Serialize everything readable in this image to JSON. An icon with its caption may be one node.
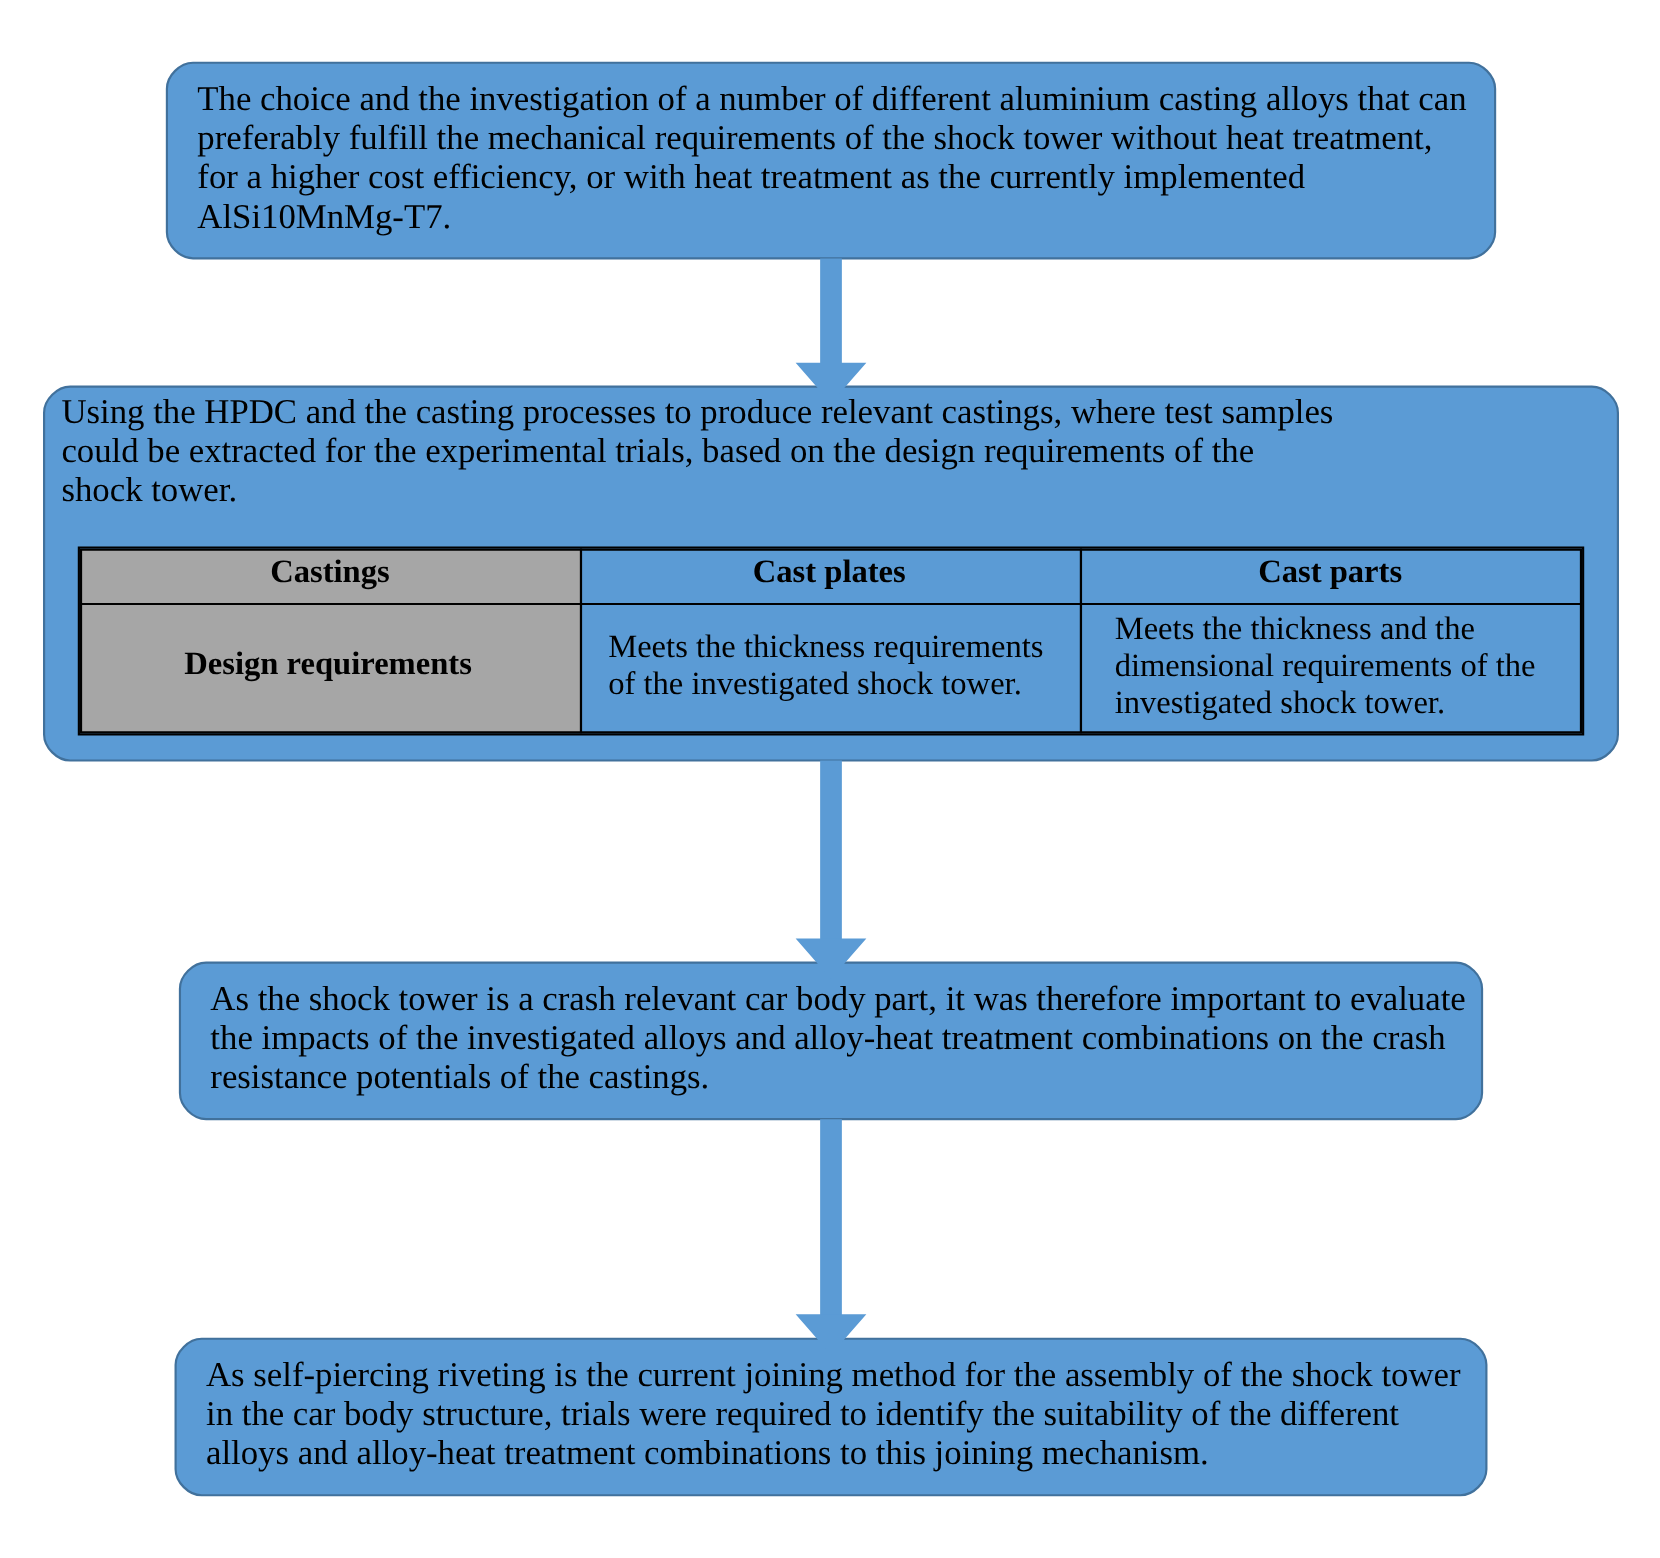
{
  "diagram": {
    "nodes": [
      {
        "text": [
          "The choice and the investigation of a number of different aluminium casting alloys that can preferably fulfill the mechanical requirements of the shock tower without heat treatment, for a higher cost efficiency, or with heat treatment as the currently implemented AlSi10MnMg-T7."
        ]
      },
      {
        "text": [
          "Using the HPDC and the casting processes to produce relevant castings, where test samples could be extracted for the experimental trials, based on the design requirements of the shock tower."
        ]
      },
      {
        "text": [
          "As the shock tower is a crash relevant car body part, it was therefore important to evaluate the impacts of the investigated alloys and alloy-heat treatment combinations on the crash resistance potentials of the castings."
        ]
      },
      {
        "text": [
          "As self-piercing riveting is the current joining method for the assembly of the shock tower in the car body structure, trials were required to identify the suitability of the different alloys and alloy-heat treatment combinations to this joining mechanism."
        ]
      }
    ],
    "edges": [
      {
        "from": 0,
        "to": 1,
        "arrow": "to"
      },
      {
        "from": 1,
        "to": 2,
        "arrow": "to"
      },
      {
        "from": 2,
        "to": 3,
        "arrow": "to"
      }
    ],
    "labels": [
      "Castings",
      "Cast plates",
      "Cast parts",
      "Design requirements",
      "Meets the thickness requirements of the investigated shock tower.",
      "Meets the thickness and the dimensional requirements of the investigated shock tower."
    ]
  }
}
